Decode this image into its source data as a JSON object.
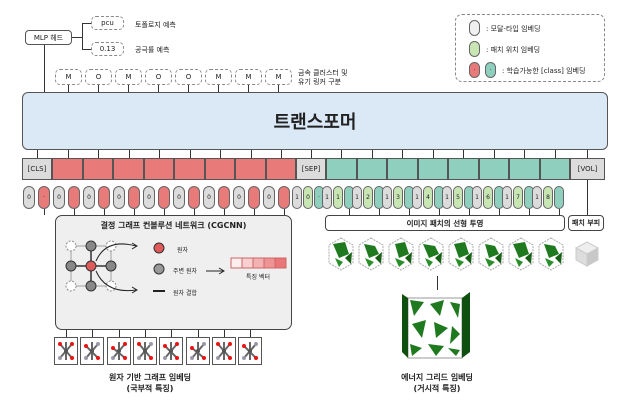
{
  "colors": {
    "atom_token": "#e97a7a",
    "patch_token": "#8fcfbd",
    "special_token": "#dcdcdc",
    "position_embed": "#c8e6b4",
    "transformer": "#dbe8f6",
    "cgcnn_bg": "#efefef",
    "grid_green": "#1f7a1f"
  },
  "heads": {
    "mlp_label": "MLP 헤드",
    "topology_value": "pcu",
    "topology_label": "토폴로지 예측",
    "porosity_value": "0.13",
    "porosity_label": "공극률 예측"
  },
  "classification": {
    "tokens": [
      "M",
      "O",
      "M",
      "O",
      "O",
      "M",
      "M",
      "M"
    ],
    "label_line1": "금속 클러스터 및",
    "label_line2": "유기 링커 구분"
  },
  "legend": {
    "modal_type": ": 모달-타입 임베딩",
    "patch_position": ": 패치 위치 임베딩",
    "learnable_class": ": 학습가능한 [class] 임베딩"
  },
  "transformer": {
    "label": "트랜스포머"
  },
  "tokens": {
    "cls": "[CLS]",
    "sep": "[SEP]",
    "vol": "[VOL]",
    "atom_count": 8,
    "patch_count": 8
  },
  "embeddings": {
    "atom_modal": "0",
    "patch_modal": "1",
    "class_marker": "·",
    "patch_positions": [
      "0",
      "1",
      "2",
      "3",
      "4",
      "5",
      "6",
      "7",
      "8"
    ]
  },
  "cgcnn": {
    "title": "결정 그래프 컨볼루션 네트워크 (CGCNN)",
    "atom": "원자",
    "neighbor": "주변 원자",
    "bond": "원자 결합",
    "feature_vector": "특징 벡터"
  },
  "patch": {
    "projection_label": "이미지 패치의 선형 투영",
    "volume_label": "패치 부피"
  },
  "bottom": {
    "graph_line1": "원자 기반 그래프 임베딩",
    "graph_line2": "(국부적 특징)",
    "grid_line1": "에너지 그리드 임베딩",
    "grid_line2": "(거시적 특징)"
  },
  "icons": {
    "molecule": "molecule-structure-icon",
    "patch": "energy-grid-patch-icon",
    "volume": "gray-cube-icon",
    "grid": "energy-grid-cube-icon"
  }
}
